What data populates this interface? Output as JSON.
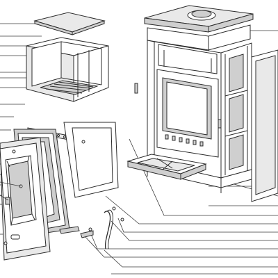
{
  "diagram": {
    "caption": "",
    "line_color": "#2b2b2b",
    "background": "#ffffff",
    "parts": [
      "top-cover-plate",
      "firebox-liner",
      "air-control-bar",
      "door-glass",
      "door-frame",
      "door-seal",
      "door-handle",
      "side-panel-right",
      "ash-pan",
      "stove-body",
      "top-plate-with-flue-collar"
    ],
    "leader_count": 34
  }
}
